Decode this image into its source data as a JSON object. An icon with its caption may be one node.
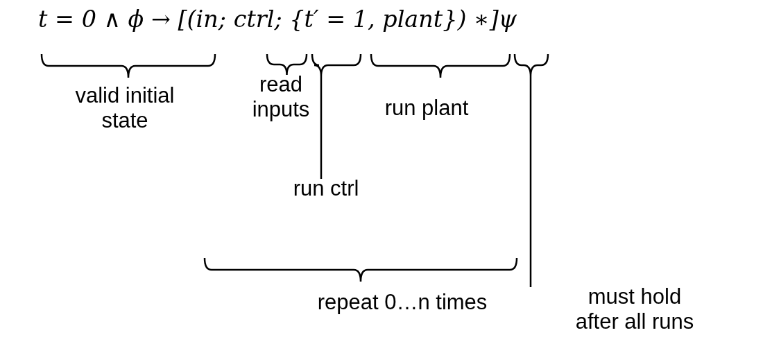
{
  "diagram": {
    "nodes": [
      {
        "text": [],
        "shape": "brace"
      },
      {
        "text": [],
        "shape": "brace"
      },
      {
        "text": [
          "run ctrl"
        ]
      },
      {
        "text": [
          "must hold after all runs"
        ]
      }
    ],
    "edges": [
      {
        "from": 2,
        "to": 0,
        "arrow": "none"
      },
      {
        "from": 3,
        "to": 1,
        "arrow": "none"
      }
    ],
    "labels": [
      "t = 0 ∧ ϕ → [(in; ctrl; {t′ = 1, plant}) ∗]ψ",
      "valid initial state",
      "read inputs",
      "run plant",
      "repeat 0…n times"
    ]
  }
}
